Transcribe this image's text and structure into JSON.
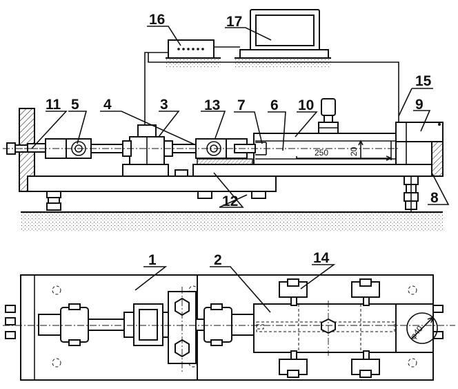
{
  "labels": {
    "p1": "1",
    "p2": "2",
    "p3": "3",
    "p4": "4",
    "p5": "5",
    "p6": "6",
    "p7": "7",
    "p8": "8",
    "p9": "9",
    "p10": "10",
    "p11": "11",
    "p12": "12",
    "p13": "13",
    "p14": "14",
    "p15": "15",
    "p16": "16",
    "p17": "17"
  },
  "dimensions": {
    "length": "250",
    "height": "20",
    "diameter": "φ40"
  }
}
